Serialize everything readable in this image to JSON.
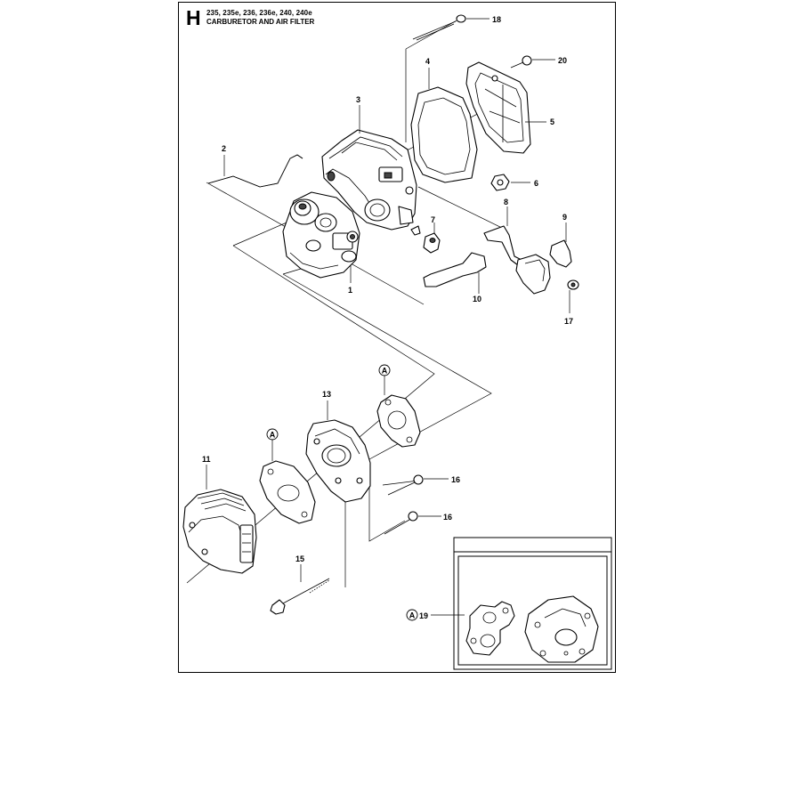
{
  "header": {
    "section_letter": "H",
    "models": "235, 235e, 236, 236e, 240, 240e",
    "title": "CARBURETOR AND AIR FILTER"
  },
  "callouts": {
    "c1": "1",
    "c2": "2",
    "c3": "3",
    "c4": "4",
    "c5": "5",
    "c6": "6",
    "c7": "7",
    "c8": "8",
    "c9": "9",
    "c10": "10",
    "c11": "11",
    "c13": "13",
    "c15": "15",
    "c16a": "16",
    "c16b": "16",
    "c17": "17",
    "c18": "18",
    "c19": "19",
    "c20": "20"
  },
  "markers": {
    "a1": "A",
    "a2": "A",
    "a3": "A"
  }
}
